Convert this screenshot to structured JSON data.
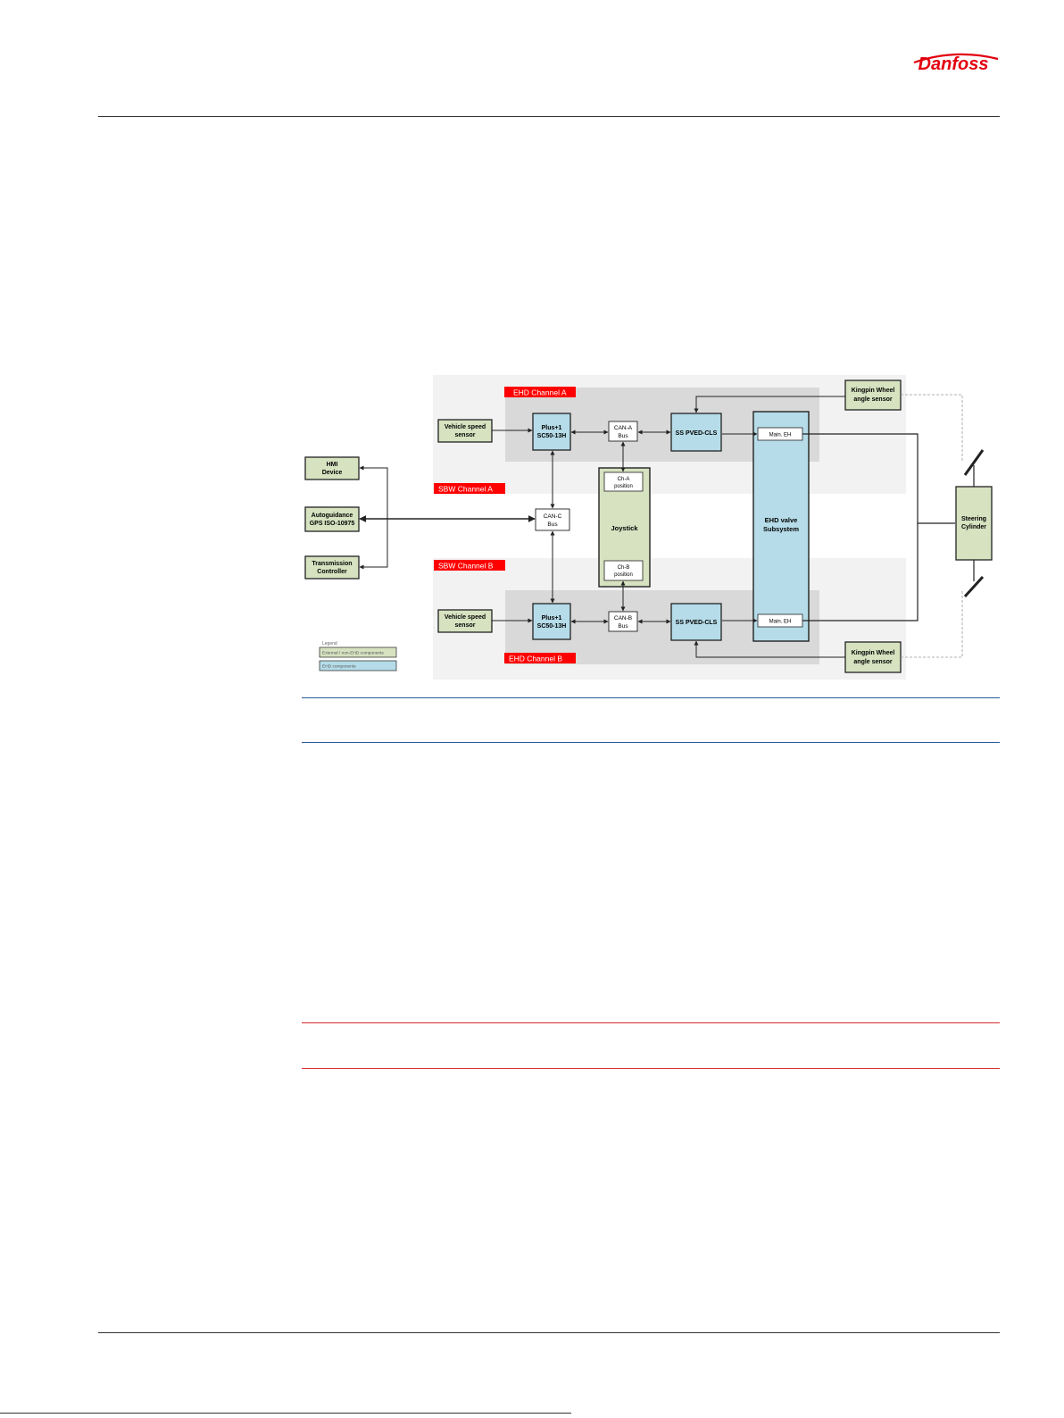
{
  "header": {
    "logo_text": "Danfoss"
  },
  "diagram": {
    "regions": {
      "ehd_a": "EHD Channel A",
      "ehd_b": "EHD Channel B",
      "sbw_a": "SBW Channel A",
      "sbw_b": "SBW Channel B"
    },
    "external": {
      "hmi": [
        "HMI",
        "Device"
      ],
      "autoguidance": [
        "Autoguidance",
        "GPS ISO-10975"
      ],
      "transmission": [
        "Transmission",
        "Controller"
      ],
      "vss_a": [
        "Vehicle speed",
        "sensor"
      ],
      "vss_b": [
        "Vehicle speed",
        "sensor"
      ],
      "kingpin_a": [
        "Kingpin Wheel",
        "angle sensor"
      ],
      "kingpin_b": [
        "Kingpin Wheel",
        "angle sensor"
      ],
      "steering": [
        "Steering",
        "Cylinder"
      ]
    },
    "ehd": {
      "plus1_a": [
        "Plus+1",
        "SC50-13H"
      ],
      "plus1_b": [
        "Plus+1",
        "SC50-13H"
      ],
      "pved_a": "SS PVED-CLS",
      "pved_b": "SS PVED-CLS",
      "valve": [
        "EHD valve",
        "Subsystem"
      ],
      "main_a": "Main. EH",
      "main_b": "Main. EH"
    },
    "buses": {
      "can_a": [
        "CAN-A",
        "Bus"
      ],
      "can_b": [
        "CAN-B",
        "Bus"
      ],
      "can_c": [
        "CAN-C",
        "Bus"
      ]
    },
    "joystick": {
      "label": "Joystick",
      "pos_a": [
        "Ch-A",
        "position"
      ],
      "pos_b": [
        "Ch-B",
        "position"
      ]
    },
    "legend": {
      "title": "Legend",
      "external_label": "External / non-EHD components",
      "ehd_label": "EHD components"
    },
    "colors": {
      "external_fill": "#d6e2c0",
      "ehd_fill": "#b5dce8",
      "region_label": "#ff0000",
      "sbw_bg": "#f2f2f2",
      "ehd_bg": "#d9d9d9"
    }
  }
}
